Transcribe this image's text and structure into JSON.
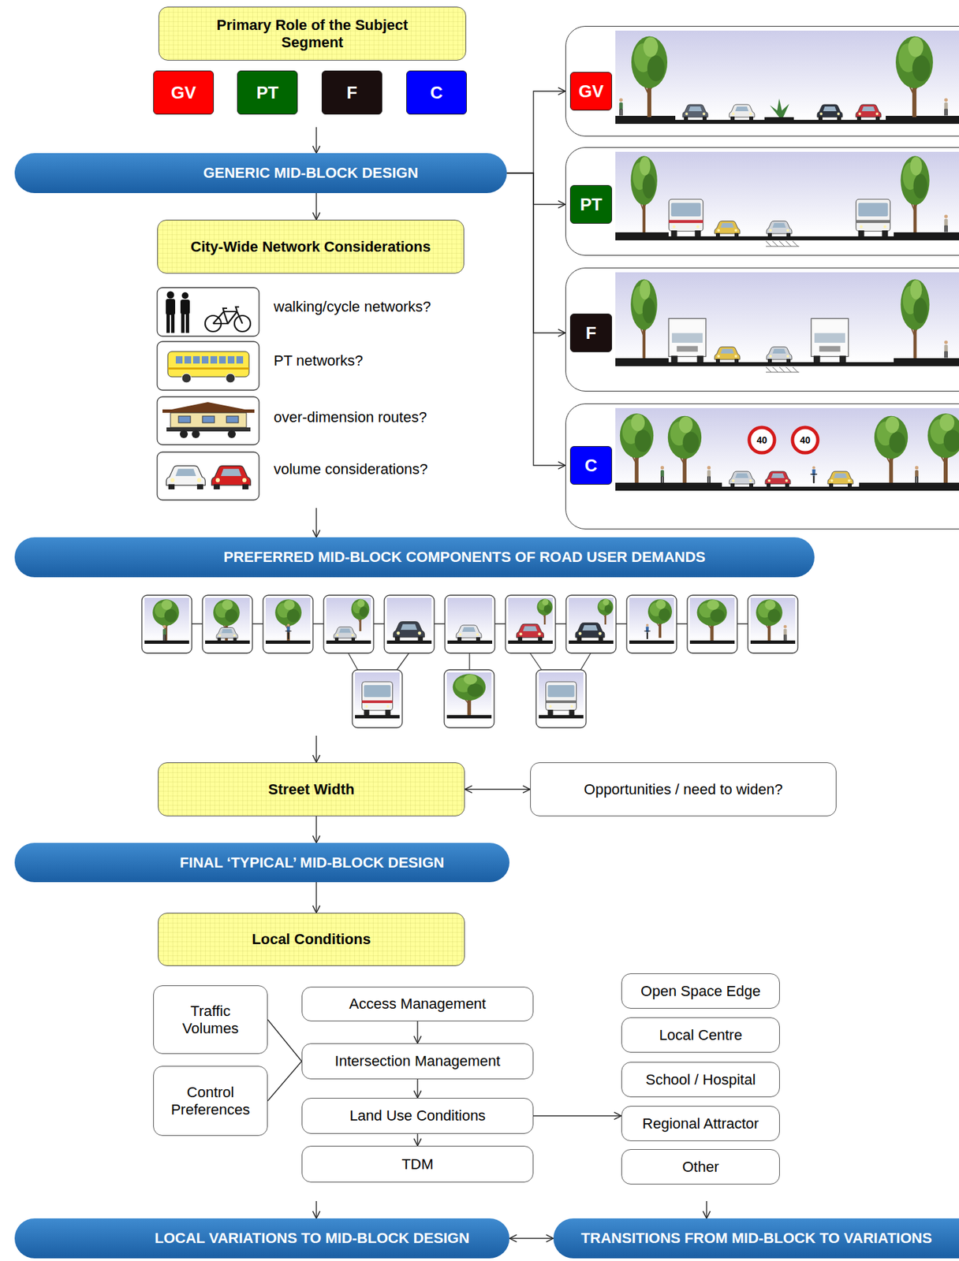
{
  "diagram": {
    "nodes": [
      {
        "text": [
          "Primary Role of the Subject Segment"
        ]
      },
      {
        "text": [
          "GV"
        ],
        "in": 0
      },
      {
        "text": [
          "PT"
        ],
        "in": 0
      },
      {
        "text": [
          "F"
        ],
        "in": 0
      },
      {
        "text": [
          "C"
        ],
        "in": 0
      },
      {
        "text": [
          "GENERIC MID-BLOCK DESIGN"
        ]
      },
      {
        "text": [
          "GV"
        ]
      },
      {
        "text": [
          "PT"
        ]
      },
      {
        "text": [
          "F"
        ]
      },
      {
        "text": [
          "C"
        ]
      },
      {
        "text": [
          "City-Wide Network Considerations",
          "walking/cycle networks?",
          "PT networks?",
          "over-dimension routes?",
          "volume considerations?"
        ]
      },
      {
        "text": [
          "PREFERRED MID-BLOCK COMPONENTS OF ROAD USER DEMANDS"
        ]
      },
      {
        "text": [
          "Street Width"
        ]
      },
      {
        "text": [
          "Opportunities / need to widen?"
        ]
      },
      {
        "text": [
          "FINAL ‘TYPICAL’ MID-BLOCK DESIGN"
        ]
      },
      {
        "text": [
          "Local Conditions"
        ]
      },
      {
        "text": [
          "Traffic Volumes"
        ],
        "in": 15
      },
      {
        "text": [
          "Control Preferences"
        ],
        "in": 15
      },
      {
        "text": [
          "Access Management"
        ],
        "in": 15
      },
      {
        "text": [
          "Intersection Management"
        ],
        "in": 15
      },
      {
        "text": [
          "Land Use Conditions"
        ],
        "in": 15
      },
      {
        "text": [
          "TDM"
        ],
        "in": 15
      },
      {
        "text": [
          "Open Space Edge"
        ],
        "in": 15
      },
      {
        "text": [
          "Local Centre"
        ],
        "in": 15
      },
      {
        "text": [
          "School / Hospital"
        ],
        "in": 15
      },
      {
        "text": [
          "Regional Attractor"
        ],
        "in": 15
      },
      {
        "text": [
          "Other"
        ],
        "in": 15
      },
      {
        "text": [
          "LOCAL VARIATIONS TO MID-BLOCK DESIGN"
        ]
      },
      {
        "text": [
          "TRANSITIONS FROM MID-BLOCK TO VARIATIONS"
        ]
      }
    ],
    "edges": [
      {
        "from": 0,
        "to": 5,
        "arrow": "to"
      },
      {
        "from": 5,
        "to": 6,
        "arrow": "to"
      },
      {
        "from": 5,
        "to": 7,
        "arrow": "to"
      },
      {
        "from": 5,
        "to": 8,
        "arrow": "to"
      },
      {
        "from": 5,
        "to": 9,
        "arrow": "to"
      },
      {
        "from": 5,
        "to": 10,
        "arrow": "to"
      },
      {
        "from": 10,
        "to": 11,
        "arrow": "to"
      },
      {
        "from": 11,
        "to": 12,
        "arrow": "to"
      },
      {
        "from": 12,
        "to": 13,
        "arrow": "both"
      },
      {
        "from": 12,
        "to": 14,
        "arrow": "to"
      },
      {
        "from": 14,
        "to": 15,
        "arrow": "to"
      },
      {
        "from": 16,
        "to": 19,
        "arrow": "none"
      },
      {
        "from": 17,
        "to": 19,
        "arrow": "none"
      },
      {
        "from": 18,
        "to": 19,
        "arrow": "to"
      },
      {
        "from": 19,
        "to": 20,
        "arrow": "to"
      },
      {
        "from": 20,
        "to": 21,
        "arrow": "to"
      },
      {
        "from": 20,
        "to": 25,
        "arrow": "to"
      },
      {
        "from": 15,
        "to": 27,
        "arrow": "to"
      },
      {
        "from": 15,
        "to": 28,
        "arrow": "to"
      },
      {
        "from": 27,
        "to": 28,
        "arrow": "both"
      }
    ],
    "labels": [
      "40",
      "40"
    ]
  }
}
